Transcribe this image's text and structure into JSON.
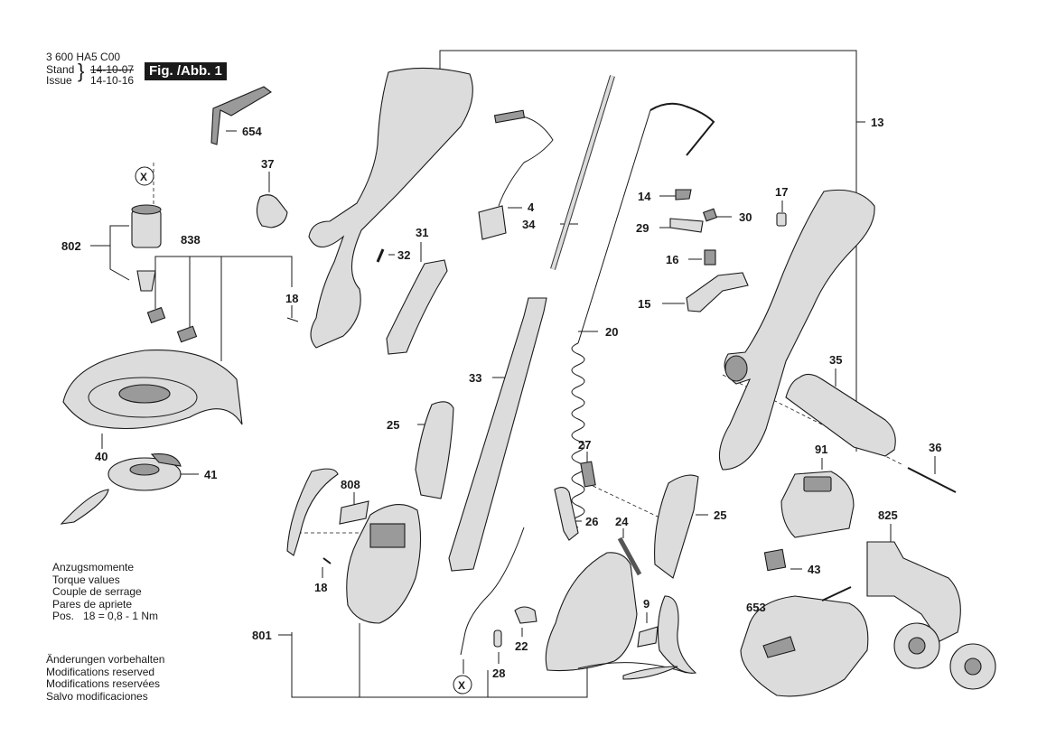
{
  "header": {
    "part_number": "3 600 HA5 C00",
    "stand_label": "Stand",
    "issue_label": "Issue",
    "stand_date": "14-10-07",
    "issue_date": "14-10-16",
    "figure_label": "Fig. /Abb. 1"
  },
  "torque": {
    "lines": [
      "Anzugsmomente",
      "Torque values",
      "Couple de serrage",
      "Pares de apriete"
    ],
    "pos_line": "Pos.   18 = 0,8 - 1 Nm"
  },
  "modifications": {
    "lines": [
      "Änderungen vorbehalten",
      "Modifications reserved",
      "Modifications reservées",
      "Salvo modificaciones"
    ]
  },
  "parts": {
    "p654": "654",
    "p37": "37",
    "pX1": "X",
    "p802": "802",
    "p838": "838",
    "p18a": "18",
    "p32": "32",
    "p31": "31",
    "p4": "4",
    "p34": "34",
    "p20": "20",
    "p33": "33",
    "p13": "13",
    "p14": "14",
    "p30": "30",
    "p29": "29",
    "p17": "17",
    "p16": "16",
    "p15": "15",
    "p35": "35",
    "p36": "36",
    "p40": "40",
    "p41": "41",
    "p25a": "25",
    "p27": "27",
    "p26": "26",
    "p24": "24",
    "p25b": "25",
    "p91": "91",
    "p43": "43",
    "p825": "825",
    "p808": "808",
    "p18b": "18",
    "p801": "801",
    "p22": "22",
    "p9": "9",
    "p28": "28",
    "pX2": "X",
    "p653": "653"
  }
}
